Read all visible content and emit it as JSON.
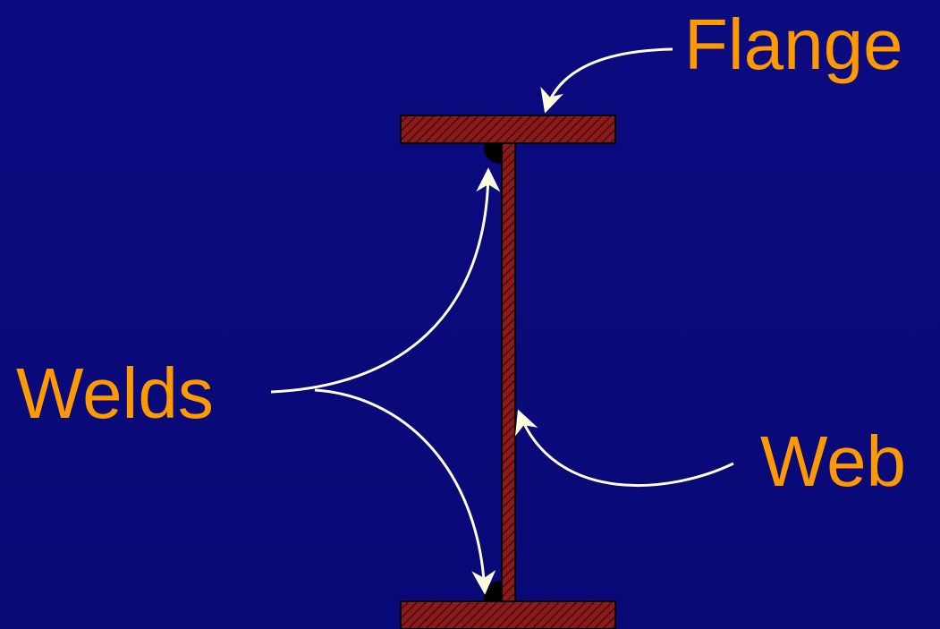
{
  "labels": {
    "flange": "Flange",
    "welds": "Welds",
    "web": "Web"
  },
  "colors": {
    "background": "#0a0a7c",
    "label_text": "#ff9900",
    "steel_fill": "#8b1a1a",
    "steel_hatch": "#3a0505",
    "weld": "#000000",
    "leader_arrow": "#fffde0"
  },
  "diagram_parts": [
    "top-flange",
    "bottom-flange",
    "web",
    "weld-top",
    "weld-bottom"
  ]
}
